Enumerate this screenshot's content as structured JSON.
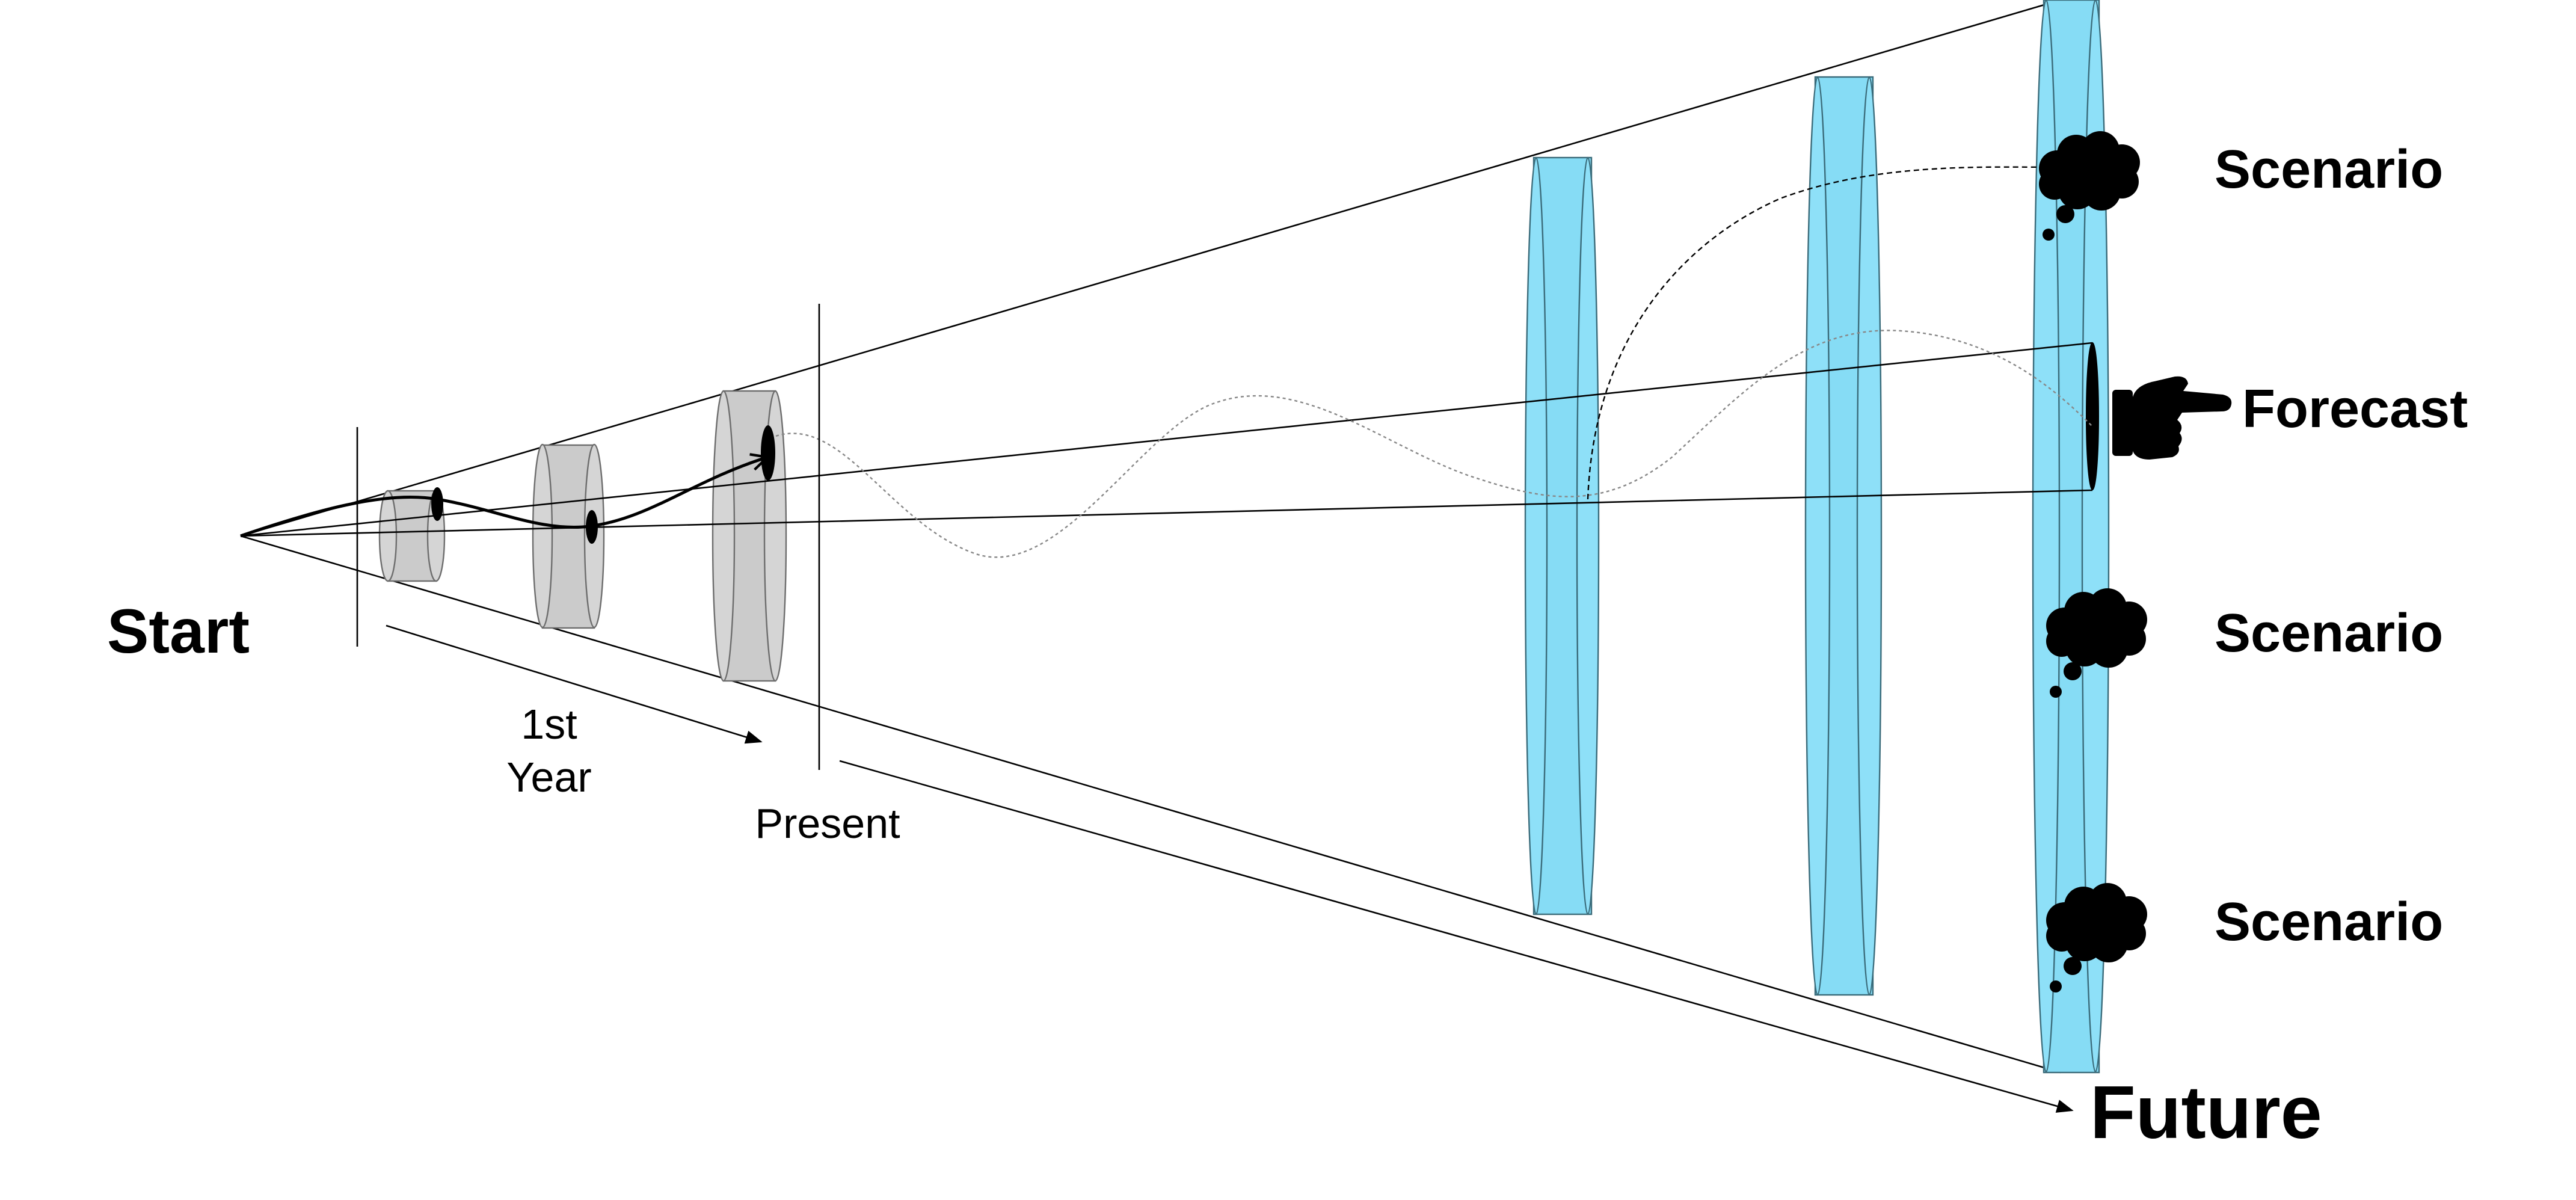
{
  "labels": {
    "start": "Start",
    "first_year_line1": "1st",
    "first_year_line2": "Year",
    "present": "Present",
    "future": "Future",
    "forecast": "Forecast",
    "scenario_top": "Scenario",
    "scenario_middle": "Scenario",
    "scenario_bottom": "Scenario"
  },
  "icons": {
    "scenario": "thought-cloud-icon",
    "forecast": "pointing-hand-icon"
  },
  "colors": {
    "past_disks": "#cbcbcb",
    "future_disks": "#86dcf5",
    "lines": "#000000"
  }
}
